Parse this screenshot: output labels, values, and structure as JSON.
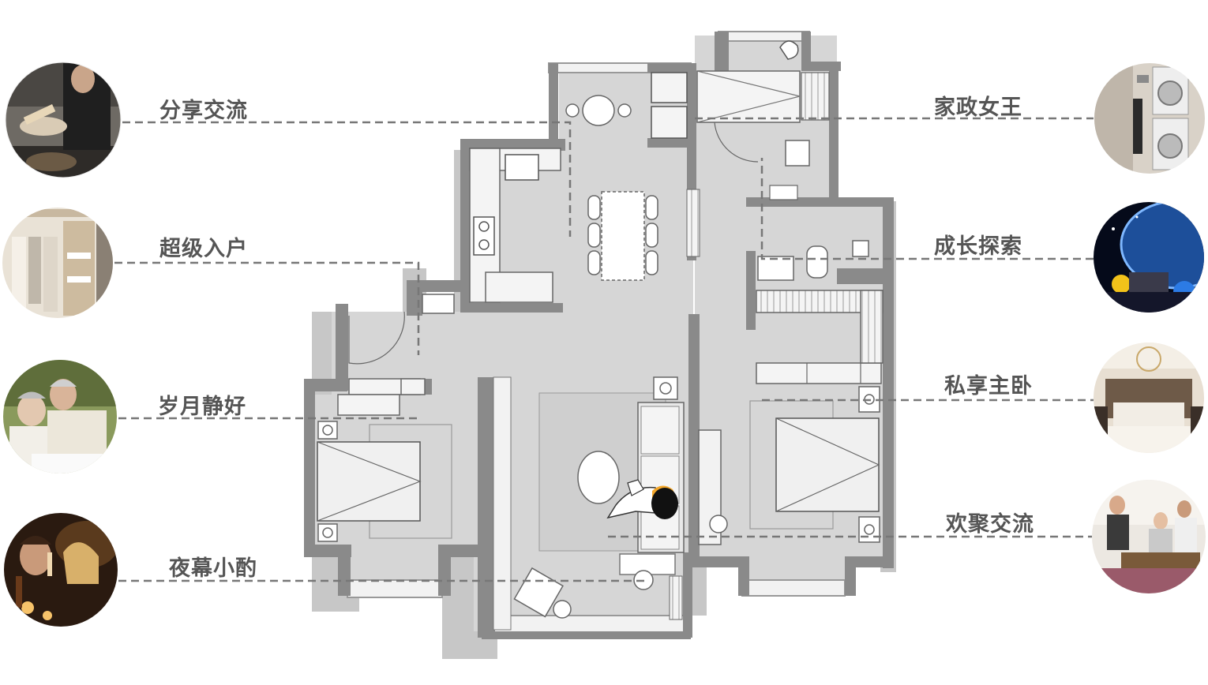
{
  "colors": {
    "wall": "#8a8a8a",
    "floor": "#d6d6d6",
    "shadow": "#b3b3b3",
    "leader": "#777777",
    "label": "#555555",
    "fixture": "#ffffff"
  },
  "labels": {
    "left": [
      {
        "id": "share",
        "text": "分享交流",
        "image": "chef-plating-photo"
      },
      {
        "id": "entry",
        "text": "超级入户",
        "image": "wardrobe-photo"
      },
      {
        "id": "years",
        "text": "岁月静好",
        "image": "elderly-couple-photo"
      },
      {
        "id": "night",
        "text": "夜幕小酌",
        "image": "wine-dinner-photo"
      }
    ],
    "right": [
      {
        "id": "housekeeping",
        "text": "家政女王",
        "image": "laundry-appliances-photo"
      },
      {
        "id": "growth",
        "text": "成长探索",
        "image": "space-toys-photo"
      },
      {
        "id": "master",
        "text": "私享主卧",
        "image": "master-bedroom-photo"
      },
      {
        "id": "gather",
        "text": "欢聚交流",
        "image": "friends-gathering-photo"
      }
    ]
  }
}
